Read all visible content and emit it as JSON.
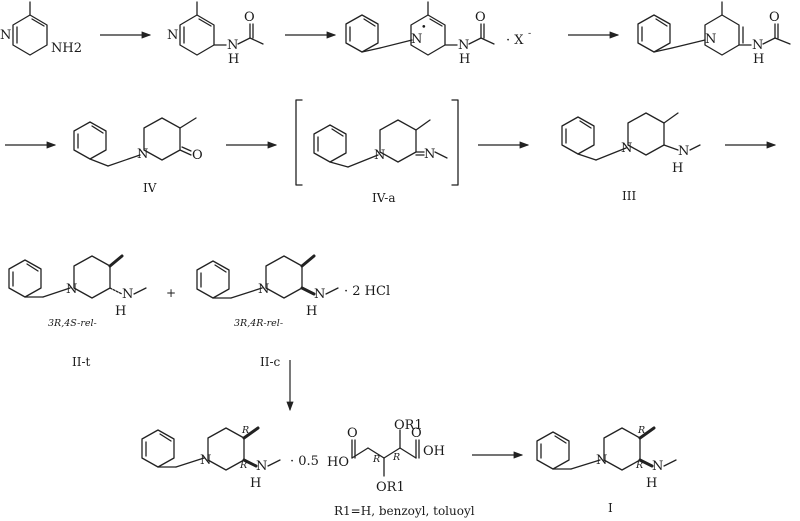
{
  "atoms": {
    "N": "N",
    "NH2": "NH2",
    "H": "H",
    "O": "O",
    "plus_charge": "•",
    "counterion": "· X",
    "counterion_charge": "-",
    "R": "R",
    "OR1": "OR1",
    "OH": "OH",
    "HO": "HO"
  },
  "labels": {
    "IV": "IV",
    "IVa": "IV-a",
    "III": "III",
    "IIt": "II-t",
    "IIc": "II-c",
    "I": "I",
    "stereo_trans": "3R,4S-rel-",
    "stereo_cis": "3R,4R-rel-",
    "hcl_salt": "· 2 HCl",
    "half_equiv": "· 0.5",
    "r1_definition": "R1=H, benzoyl, toluoyl",
    "plus": "+"
  }
}
